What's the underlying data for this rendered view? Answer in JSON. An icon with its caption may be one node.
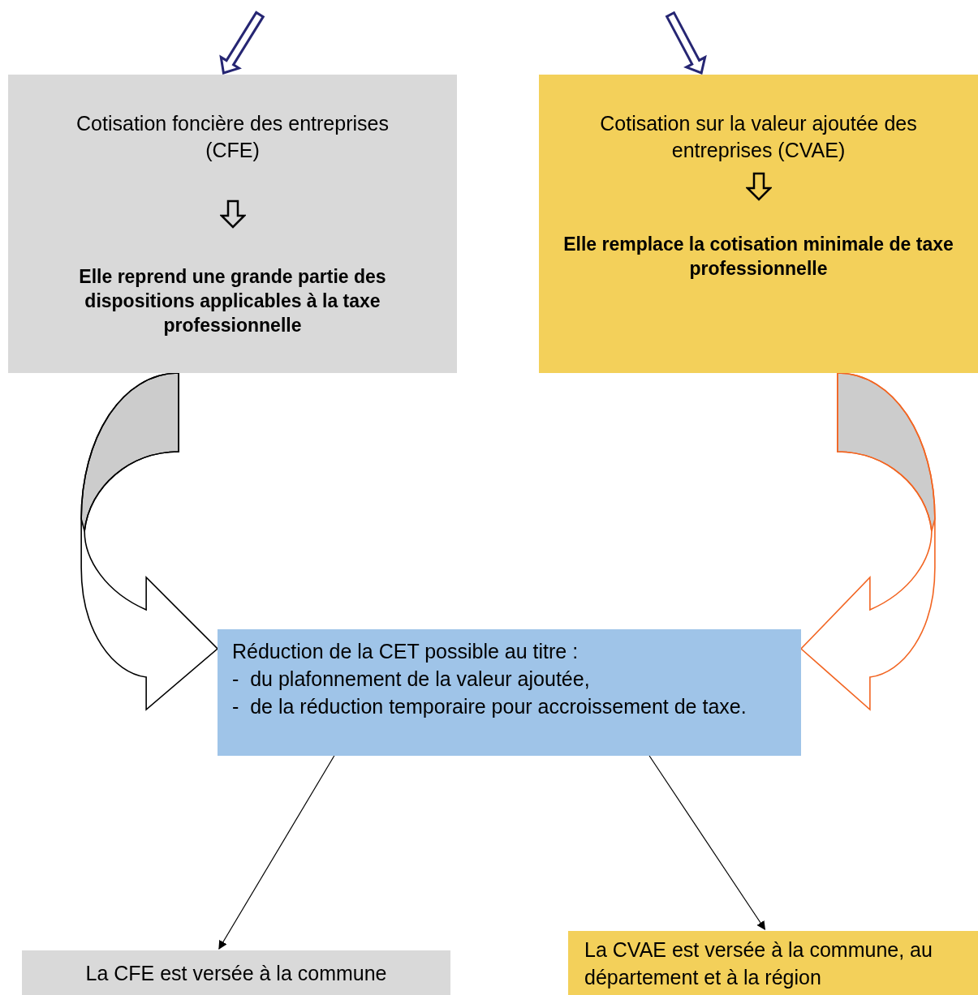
{
  "diagram": {
    "nodes": [
      {
        "text": [
          "Cotisation foncière des entreprises (CFE)",
          "Elle reprend une grande partie des dispositions applicables à la taxe professionnelle"
        ]
      },
      {
        "text": [
          "Cotisation sur la valeur ajoutée des entreprises (CVAE)",
          "Elle remplace la cotisation minimale de taxe professionnelle"
        ]
      },
      {
        "text": [
          "Réduction de la CET possible au titre :",
          "-  du plafonnement de la valeur ajoutée,",
          "-  de la réduction temporaire pour accroissement de taxe."
        ]
      },
      {
        "text": [
          "La CFE est versée à la commune"
        ]
      },
      {
        "text": [
          "La CVAE est versée à la commune, au département et à la région"
        ]
      }
    ],
    "edges": [
      {
        "from": null,
        "to": 0,
        "arrow": "to",
        "color": "#262673"
      },
      {
        "from": null,
        "to": 1,
        "arrow": "to",
        "color": "#262673"
      },
      {
        "from": 0,
        "to": 2,
        "arrow": "to",
        "style": "thick"
      },
      {
        "from": 1,
        "to": 2,
        "arrow": "to",
        "style": "thick",
        "color": "#f26522"
      },
      {
        "from": 2,
        "to": 3,
        "arrow": "to"
      },
      {
        "from": 2,
        "to": 4,
        "arrow": "to"
      }
    ]
  }
}
